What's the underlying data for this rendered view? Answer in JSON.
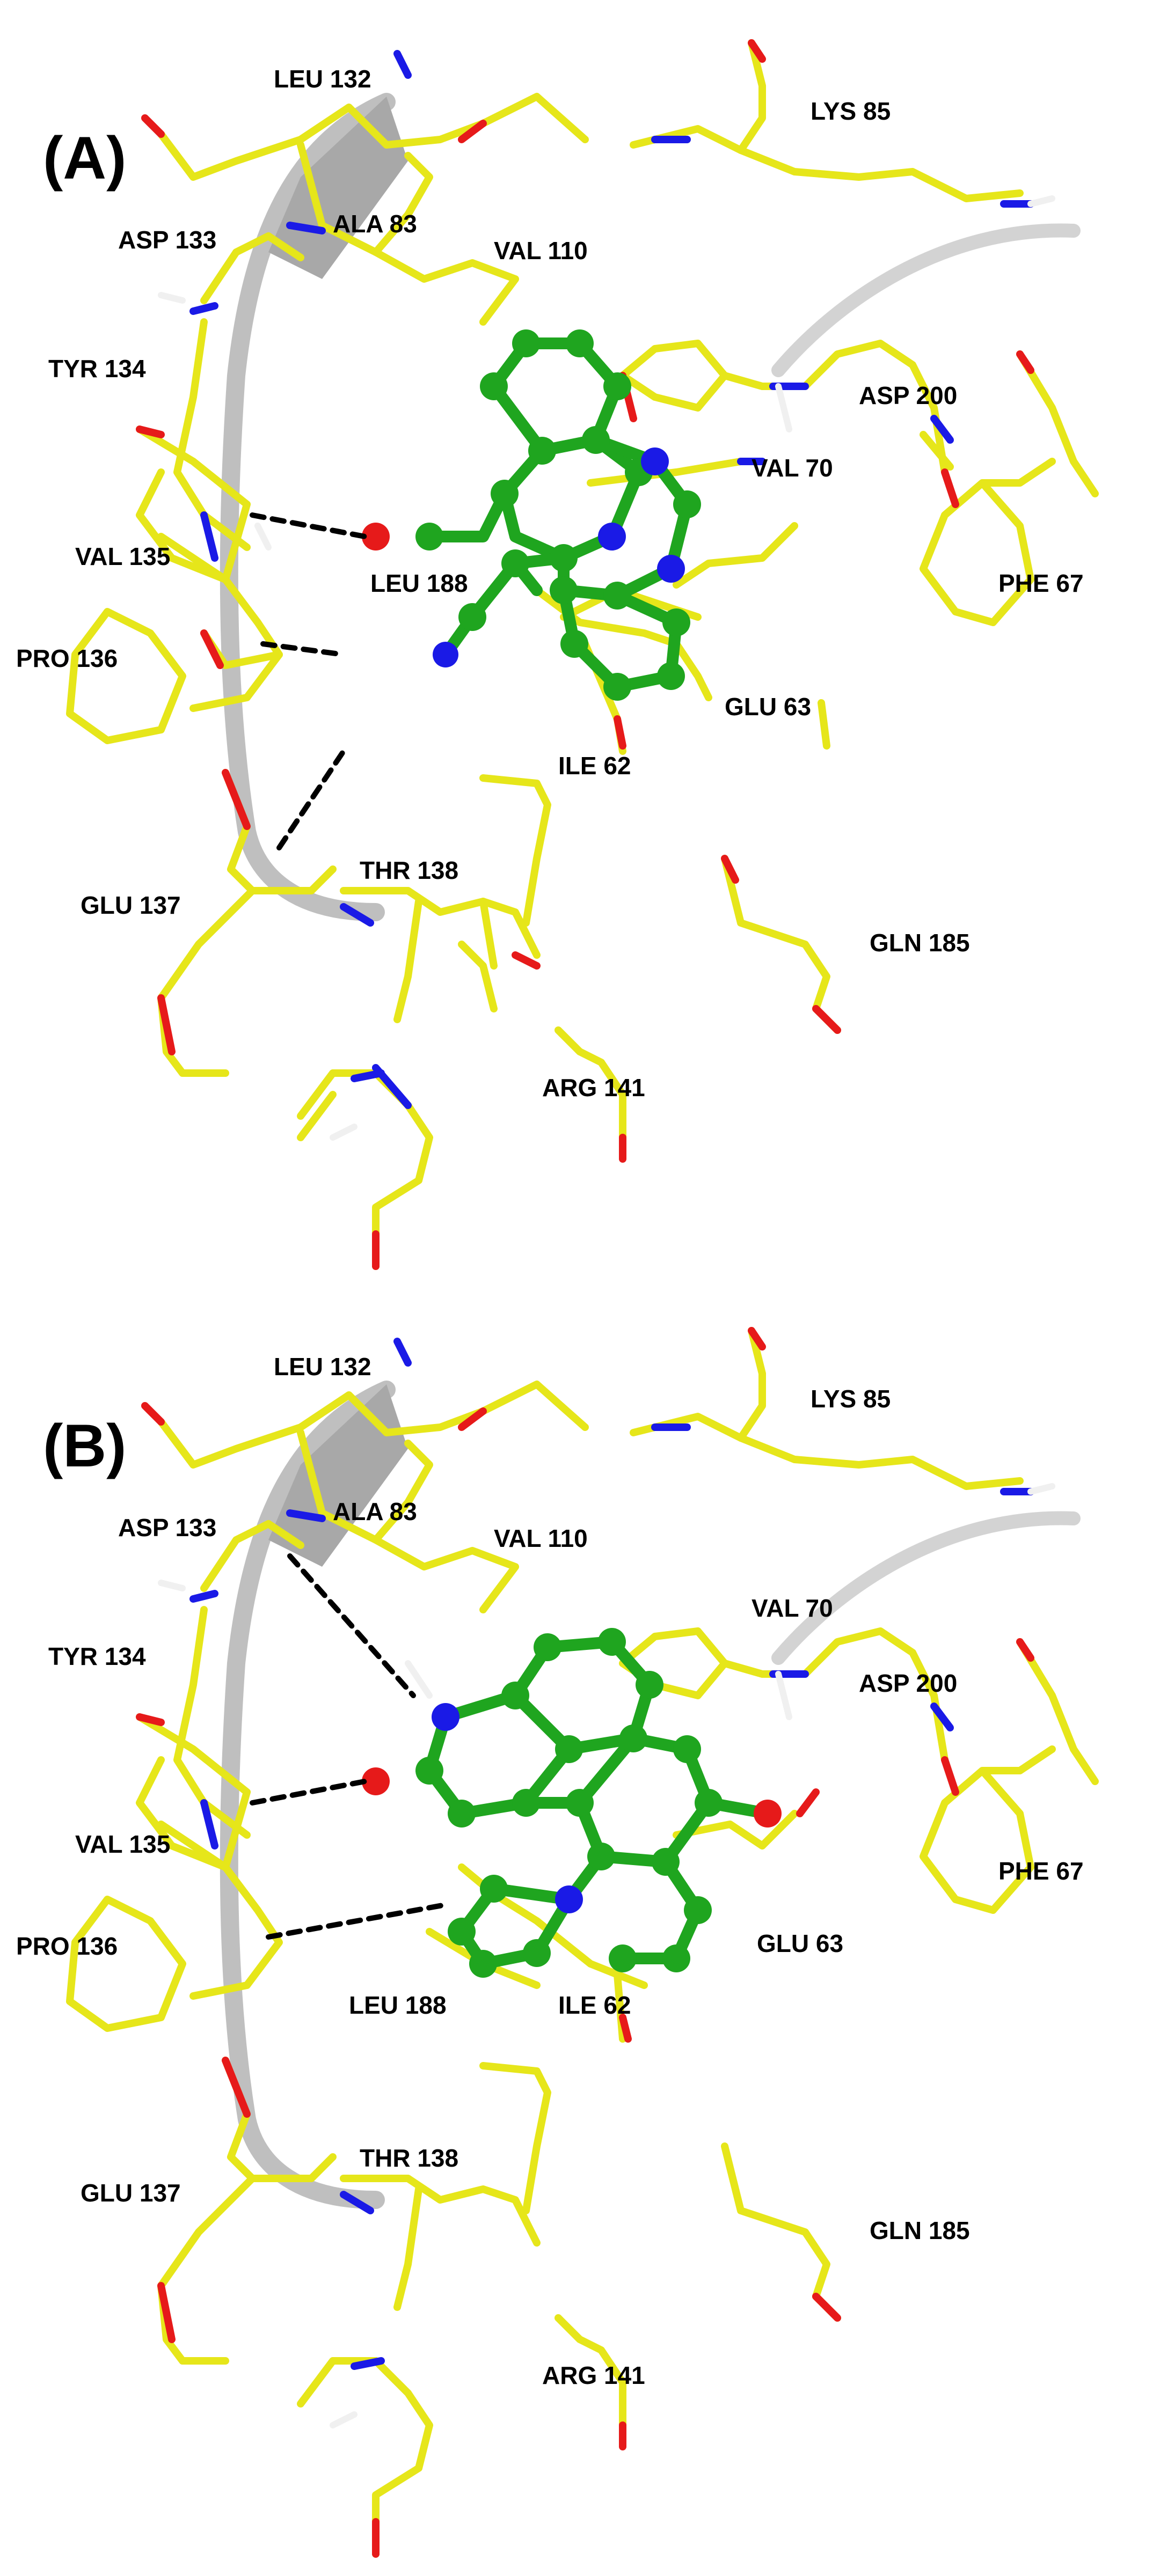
{
  "panels": [
    {
      "label": "(A)",
      "residues": {
        "leu132": "LEU 132",
        "lys85": "LYS 85",
        "ala83": "ALA 83",
        "asp133": "ASP 133",
        "val110": "VAL 110",
        "tyr134": "TYR 134",
        "asp200": "ASP 200",
        "val70": "VAL 70",
        "val135": "VAL 135",
        "phe67": "PHE 67",
        "leu188": "LEU 188",
        "pro136": "PRO 136",
        "glu63": "GLU 63",
        "ile62": "ILE 62",
        "thr138": "THR 138",
        "glu137": "GLU 137",
        "gln185": "GLN 185",
        "arg141": "ARG 141"
      }
    },
    {
      "label": "(B)",
      "residues": {
        "leu132": "LEU 132",
        "lys85": "LYS 85",
        "ala83": "ALA 83",
        "asp133": "ASP 133",
        "val110": "VAL 110",
        "val70": "VAL 70",
        "tyr134": "TYR 134",
        "asp200": "ASP 200",
        "val135": "VAL 135",
        "phe67": "PHE 67",
        "pro136": "PRO 136",
        "glu63": "GLU 63",
        "leu188": "LEU 188",
        "ile62": "ILE 62",
        "thr138": "THR 138",
        "glu137": "GLU 137",
        "gln185": "GLN 185",
        "arg141": "ARG 141"
      }
    }
  ],
  "colors": {
    "carbon_protein": "#e6e61a",
    "carbon_ligand": "#1fa51f",
    "nitrogen": "#1a1ae6",
    "oxygen": "#e61a1a",
    "hydrogen": "#f0f0f0",
    "ribbon": "#b4b4b4",
    "hbond": "#000000"
  }
}
